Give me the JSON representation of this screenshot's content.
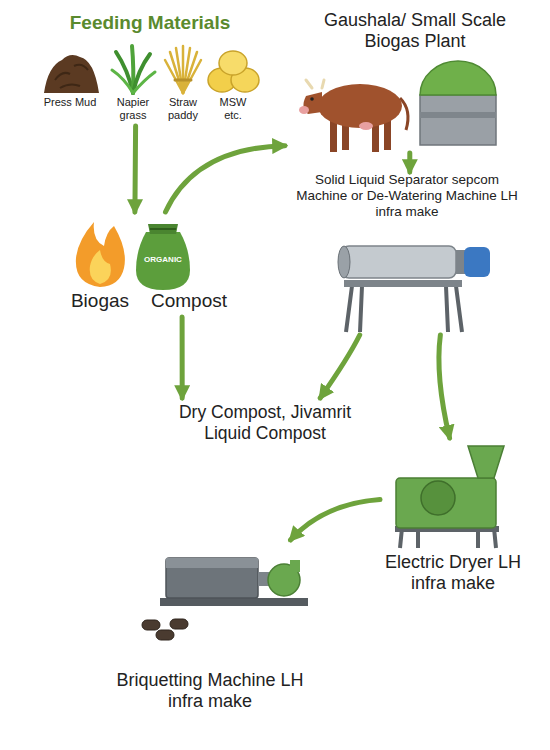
{
  "diagram": {
    "nodes": [
      {
        "text": [
          "Feeding Materials",
          "Press Mud",
          "Napier grass",
          "Straw paddy",
          "MSW etc."
        ]
      },
      {
        "text": [
          "Gaushala/ Small Scale Biogas Plant"
        ]
      },
      {
        "text": [
          "Biogas",
          "Compost"
        ]
      },
      {
        "text": [
          "Solid Liquid Separator sepcom Machine or De-Watering Machine LH infra make"
        ]
      },
      {
        "text": [
          "Dry Compost, Jivamrit Liquid Compost"
        ]
      },
      {
        "text": [
          "Electric Dryer LH infra make"
        ]
      },
      {
        "text": [
          "Briquetting Machine LH infra make"
        ]
      }
    ],
    "edges": [
      {
        "from": 0,
        "to": 2,
        "arrow": "to"
      },
      {
        "from": 2,
        "to": 1,
        "arrow": "to"
      },
      {
        "from": 1,
        "to": 3,
        "arrow": "to"
      },
      {
        "from": 3,
        "to": 4,
        "arrow": "to"
      },
      {
        "from": 3,
        "to": 5,
        "arrow": "to"
      },
      {
        "from": 2,
        "to": 4,
        "arrow": "to"
      },
      {
        "from": 5,
        "to": 6,
        "arrow": "to"
      }
    ],
    "labels": [
      "ORGANIC"
    ]
  }
}
